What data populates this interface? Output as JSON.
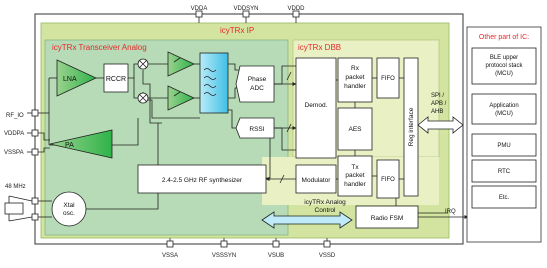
{
  "supply_pins_top": [
    "VDDA",
    "VDDSYN",
    "VDDD"
  ],
  "supply_pins_bottom": [
    "VSSA",
    "VSSSYN",
    "VSUB",
    "VSSD"
  ],
  "left_pins": {
    "rf_io": "RF_IO",
    "vddpa": "VDDPA",
    "vsspa": "VSSPA",
    "clock": "48 MHz"
  },
  "ip_title": "icyTRx IP",
  "analog_title": "icyTRx Transceiver Analog",
  "dbb_title": "icyTRx DBB",
  "blocks": {
    "lna": "LNA",
    "rccr": "RCCR",
    "pa": "PA",
    "xtal_line1": "Xtal",
    "xtal_line2": "osc.",
    "phase_adc_line1": "Phase",
    "phase_adc_line2": "ADC",
    "rssi": "RSSI",
    "synth": "2.4-2.5 GHz RF synthesizer",
    "demod": "Demod.",
    "modulator": "Modulator",
    "aes": "AES",
    "rx_handler": [
      "Rx",
      "packet",
      "handler"
    ],
    "tx_handler": [
      "Tx",
      "packet",
      "handler"
    ],
    "fifo_rx": "FIFO",
    "fifo_tx": "FIFO",
    "reg_interface": "Reg interface",
    "radio_fsm": "Radio FSM",
    "analog_control": [
      "icyTRx Analog",
      "Control"
    ]
  },
  "bus_label": [
    "SPI /",
    "APB /",
    "AHB"
  ],
  "irq_label": "IRQ",
  "other_ic": {
    "title": "Other part of IC:",
    "blocks": [
      [
        "BLE upper",
        "protocol stack",
        "(MCU)"
      ],
      [
        "Application",
        "(MCU)"
      ],
      [
        "PMU"
      ],
      [
        "RTC"
      ],
      [
        "Etc."
      ]
    ]
  },
  "colors": {
    "ip_fill": "#d3e4a0",
    "analog_fill": "#b6dbb6",
    "dbb_fill": "#e9f1c4",
    "title_red": "#e52a2a",
    "triangle_green": "#2fb34a",
    "filter_cyan": "#4fc6e8"
  }
}
